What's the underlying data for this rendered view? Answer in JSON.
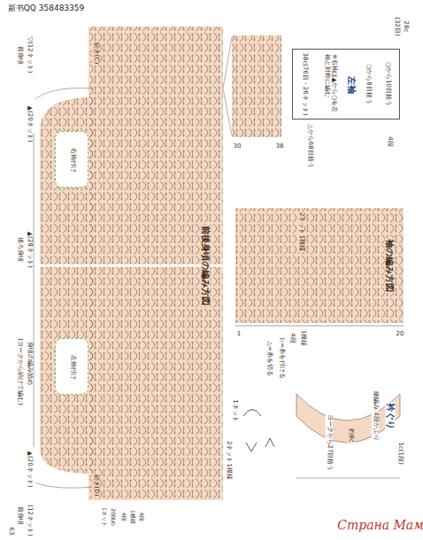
{
  "diagram": {
    "nodes": [
      {
        "text": [
          "前後身頃の編み方図"
        ]
      },
      {
        "text": [
          "右袖付け"
        ],
        "in": 0
      },
      {
        "text": [
          "左袖付け"
        ],
        "in": 0
      },
      {
        "text": [
          "左袖",
          "※右袖は▲から○を左袖と対称に編む"
        ]
      },
      {
        "text": [
          "袖の編み方図"
        ]
      },
      {
        "text": [
          "衿ぐり",
          "細編み 4段かぶり"
        ]
      }
    ],
    "labels": [
      "新书QQ 358483359",
      "63",
      "▽(12ネット)",
      "前身頃",
      "▲(20ネット)",
      "▲(28ネット)",
      "後ろ身頃",
      "身頃の編み始め",
      "(ヨークから続けて編む)",
      "▲(20ネット)",
      "(12ネット)",
      "前身頃",
      "続き(C)",
      "続き(D)",
      "2ネット1模様",
      "1ネット",
      "20段め",
      "4段",
      "1模様",
      "4段",
      "30",
      "38",
      "28c",
      "(32目)",
      "38c(76目・26ネット)",
      "○から8目拾う",
      "○から10目拾う",
      "△から68目拾う",
      "4段",
      "2ネット1模様",
      "4段",
      "1模様",
      "20",
      "1",
      "△=糸を切る",
      "▷=糸を付ける",
      "約8c",
      "ヨークから27目拾う",
      "1c(1段)",
      "Страна Мам"
    ],
    "legend": [
      {
        "text": "1ネット"
      }
    ]
  }
}
